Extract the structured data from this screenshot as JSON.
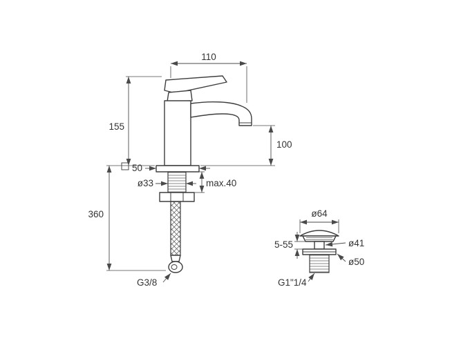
{
  "faucet": {
    "spout_reach": "110",
    "body_height": "155",
    "aerator_height": "100",
    "base_square": "50",
    "shank_diameter": "ø33",
    "max_deck_thickness": "max.40",
    "hose_length": "360",
    "supply_thread": "G3/8"
  },
  "drain": {
    "cap_diameter": "ø64",
    "height_adjust": "5-55",
    "upper_diameter": "ø41",
    "flange_diameter": "ø50",
    "waste_thread": "G1\"1/4"
  },
  "colors": {
    "line": "#3d3d3d",
    "dimension": "#4a4a4a",
    "background": "#ffffff"
  }
}
